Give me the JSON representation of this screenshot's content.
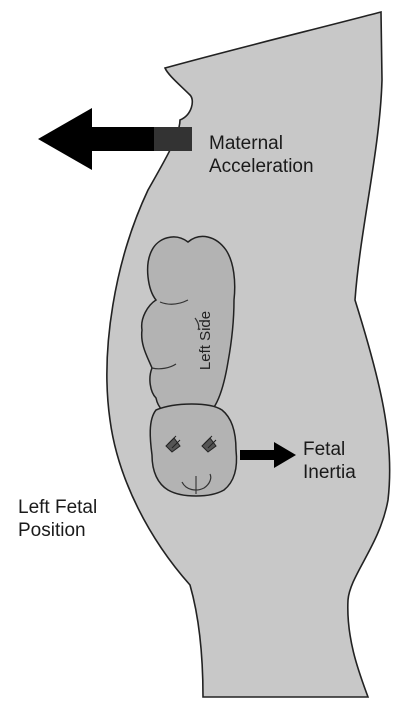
{
  "labels": {
    "maternal_acceleration": [
      "Maternal",
      "Acceleration"
    ],
    "fetal_inertia": [
      "Fetal",
      "Inertia"
    ],
    "left_fetal_position": [
      "Left Fetal",
      "Position"
    ],
    "left_side": "Left Side"
  },
  "colors": {
    "body_fill": "#c8c8c8",
    "fetus_fill": "#b3b3b3",
    "outline": "#222222",
    "arrow": "#000000"
  },
  "arrows": {
    "maternal_acceleration_direction": "left",
    "fetal_inertia_direction": "right"
  }
}
